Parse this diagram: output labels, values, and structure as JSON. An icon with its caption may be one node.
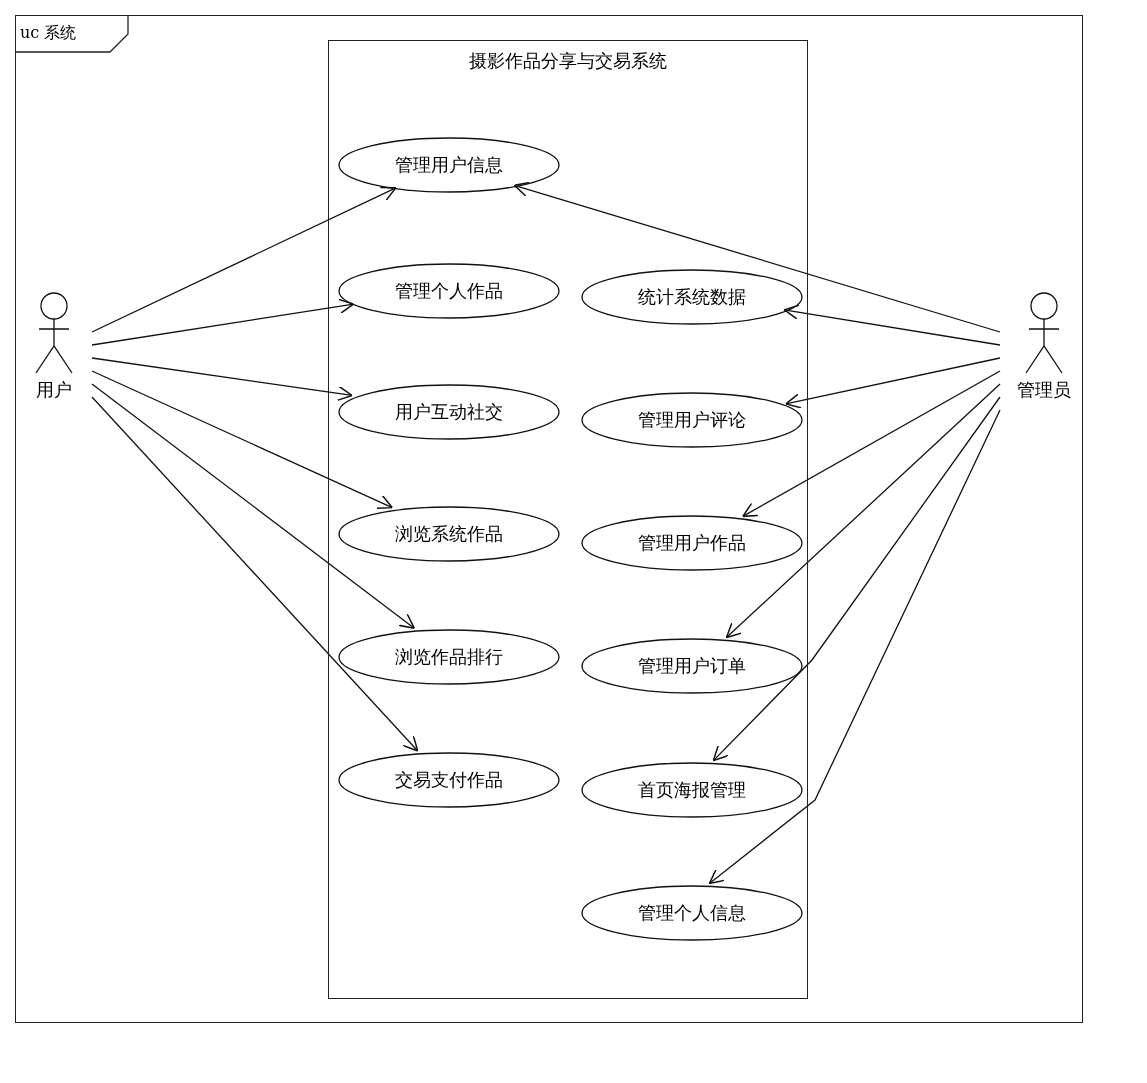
{
  "diagram": {
    "nodes": [
      {
        "text": [
          "uc 系统"
        ]
      },
      {
        "text": [
          "摄影作品分享与交易系统"
        ],
        "in": 0
      },
      {
        "text": [
          "用户"
        ],
        "in": 0
      },
      {
        "text": [
          "管理用户信息"
        ],
        "in": 1
      },
      {
        "text": [
          "管理个人作品"
        ],
        "in": 1
      },
      {
        "text": [
          "用户互动社交"
        ],
        "in": 1
      },
      {
        "text": [
          "浏览系统作品"
        ],
        "in": 1
      },
      {
        "text": [
          "浏览作品排行"
        ],
        "in": 1
      },
      {
        "text": [
          "交易支付作品"
        ],
        "in": 1
      },
      {
        "text": [
          "统计系统数据"
        ],
        "in": 1
      },
      {
        "text": [
          "管理用户评论"
        ],
        "in": 1
      },
      {
        "text": [
          "管理用户作品"
        ],
        "in": 1
      },
      {
        "text": [
          "管理用户订单"
        ],
        "in": 1
      },
      {
        "text": [
          "首页海报管理"
        ],
        "in": 1
      },
      {
        "text": [
          "管理个人信息"
        ],
        "in": 1
      },
      {
        "text": [
          "管理员"
        ],
        "in": 0
      }
    ],
    "edges": [
      {
        "from": 2,
        "to": 3,
        "arrow": "to"
      },
      {
        "from": 2,
        "to": 4,
        "arrow": "to"
      },
      {
        "from": 2,
        "to": 5,
        "arrow": "to"
      },
      {
        "from": 2,
        "to": 6,
        "arrow": "to"
      },
      {
        "from": 2,
        "to": 7,
        "arrow": "to"
      },
      {
        "from": 2,
        "to": 8,
        "arrow": "to"
      },
      {
        "from": 15,
        "to": 3,
        "arrow": "to"
      },
      {
        "from": 15,
        "to": 9,
        "arrow": "to"
      },
      {
        "from": 15,
        "to": 10,
        "arrow": "to"
      },
      {
        "from": 15,
        "to": 11,
        "arrow": "to"
      },
      {
        "from": 15,
        "to": 12,
        "arrow": "to"
      },
      {
        "from": 15,
        "to": 13,
        "arrow": "to"
      },
      {
        "from": 15,
        "to": 14,
        "arrow": "to"
      }
    ]
  }
}
